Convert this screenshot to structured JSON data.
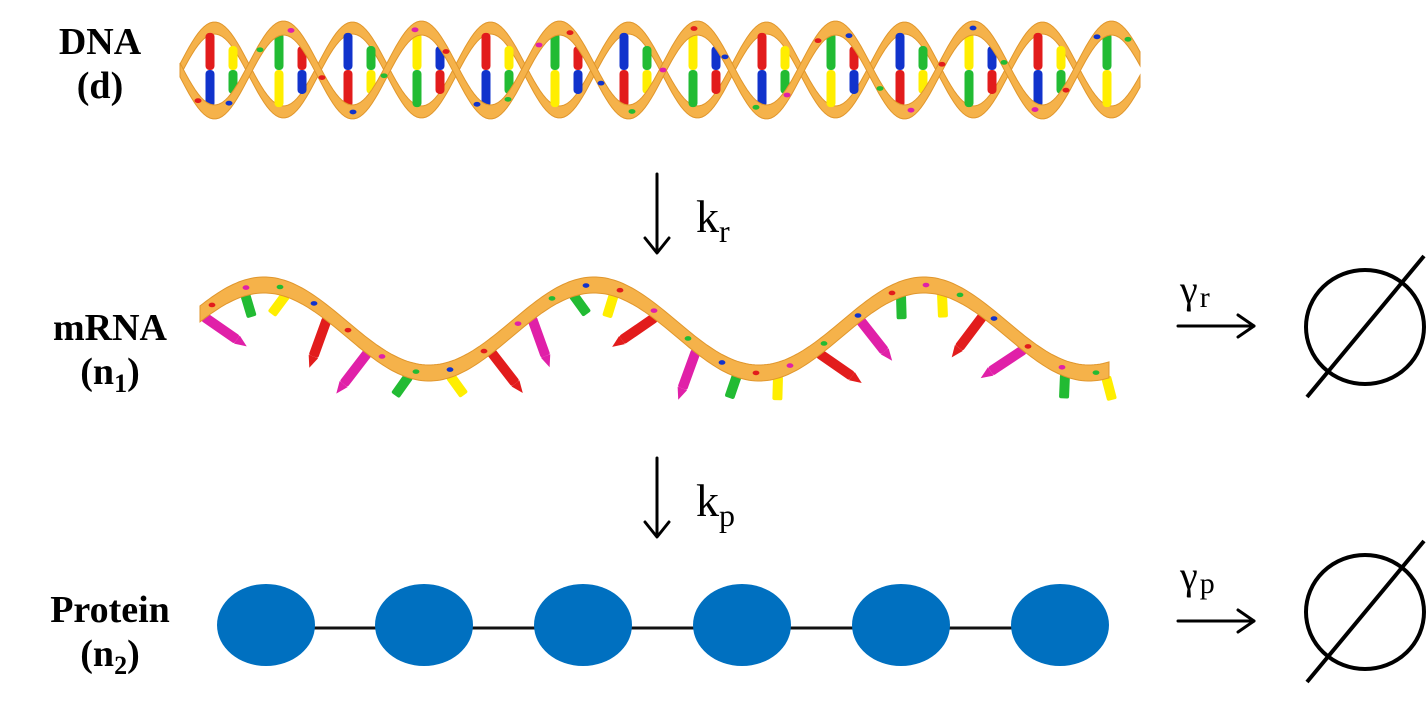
{
  "dna": {
    "name": "DNA",
    "var": "d"
  },
  "mrna": {
    "name": "mRNA",
    "var_base": "n",
    "var_sub": "1"
  },
  "protein": {
    "name": "Protein",
    "var_base": "n",
    "var_sub": "2"
  },
  "transcription_rate": {
    "symbol": "k",
    "sub": "r"
  },
  "translation_rate": {
    "symbol": "k",
    "sub": "p"
  },
  "mrna_decay": {
    "symbol": "γ",
    "sub": "r"
  },
  "protein_decay": {
    "symbol": "γ",
    "sub": "p"
  },
  "colors": {
    "ribbon": "#f5b24a",
    "ribbon_edge": "#e0962c",
    "protein_bead": "#0070c0",
    "base_red": "#e21c1c",
    "base_yellow": "#ffee00",
    "base_blue": "#1133cc",
    "base_green": "#22bb33",
    "base_magenta": "#e020a8"
  }
}
